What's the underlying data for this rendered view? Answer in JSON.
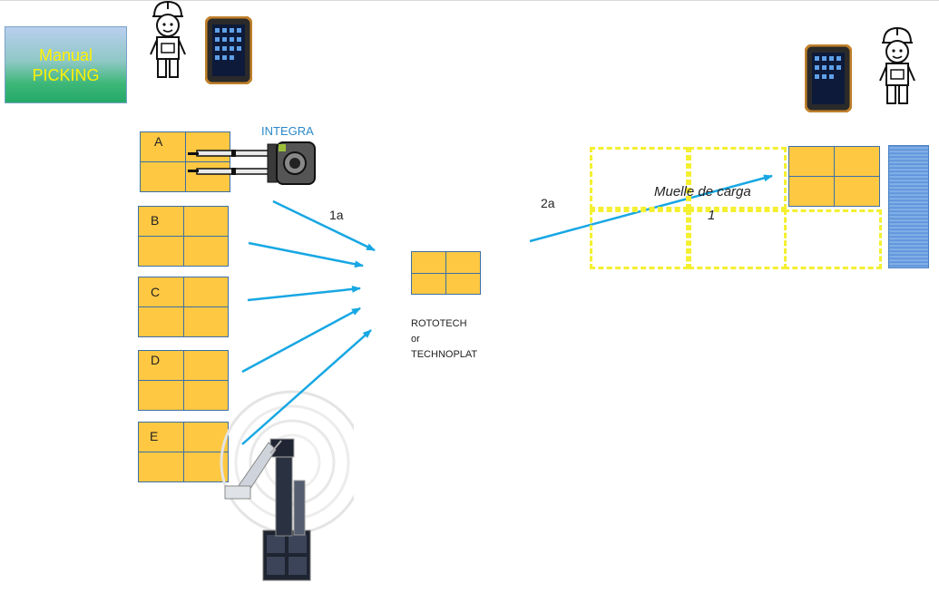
{
  "title_box": {
    "line1": "Manual",
    "line2": "PICKING"
  },
  "integra_label": "INTEGRA",
  "pallets": [
    {
      "label": "A"
    },
    {
      "label": "B"
    },
    {
      "label": "C"
    },
    {
      "label": "D"
    },
    {
      "label": "E"
    }
  ],
  "arrow_labels": {
    "step1": "1a",
    "step2": "2a"
  },
  "station": {
    "line1": "ROTOTECH",
    "line2": "or",
    "line3": "TECHNOPLAT"
  },
  "dock": {
    "label": "Muelle de carga",
    "number": "1"
  },
  "colors": {
    "pallet": "#fec843",
    "pallet_border": "#3d6fa6",
    "arrow": "#17a7e3",
    "dock_dash": "#f4f030",
    "title_text": "#fff200"
  },
  "icons": [
    "worker-icon",
    "tablet-icon",
    "forklift-icon",
    "robot-arm-icon",
    "wall-icon"
  ]
}
